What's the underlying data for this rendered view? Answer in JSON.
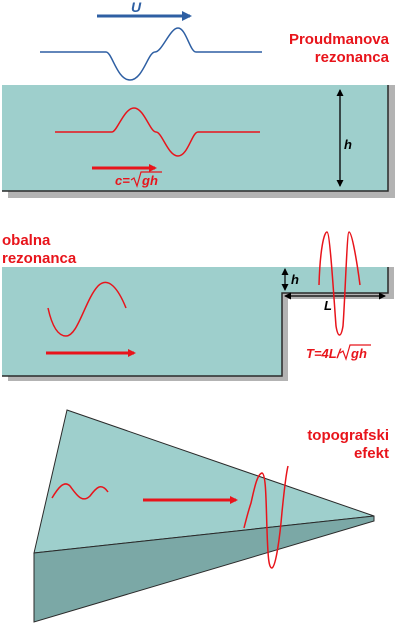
{
  "colors": {
    "water": "#9ecfcc",
    "water_dark": "#7ba8a6",
    "shadow": "#b3b3b3",
    "red": "#e8141b",
    "blue": "#2e5fa3",
    "outline": "#2a2a2a"
  },
  "section1": {
    "title_line1": "Proudmanova",
    "title_line2": "rezonanca",
    "wind_label": "U",
    "depth_label": "h",
    "speed_label_prefix": "c=",
    "speed_label_radicand": "gh"
  },
  "section2": {
    "title_line1": "obalna",
    "title_line2": "rezonanca",
    "depth_label": "h",
    "length_label": "L",
    "period_label_prefix": "T=4L/",
    "period_label_radicand": "gh"
  },
  "section3": {
    "title_line1": "topografski",
    "title_line2": "efekt"
  }
}
